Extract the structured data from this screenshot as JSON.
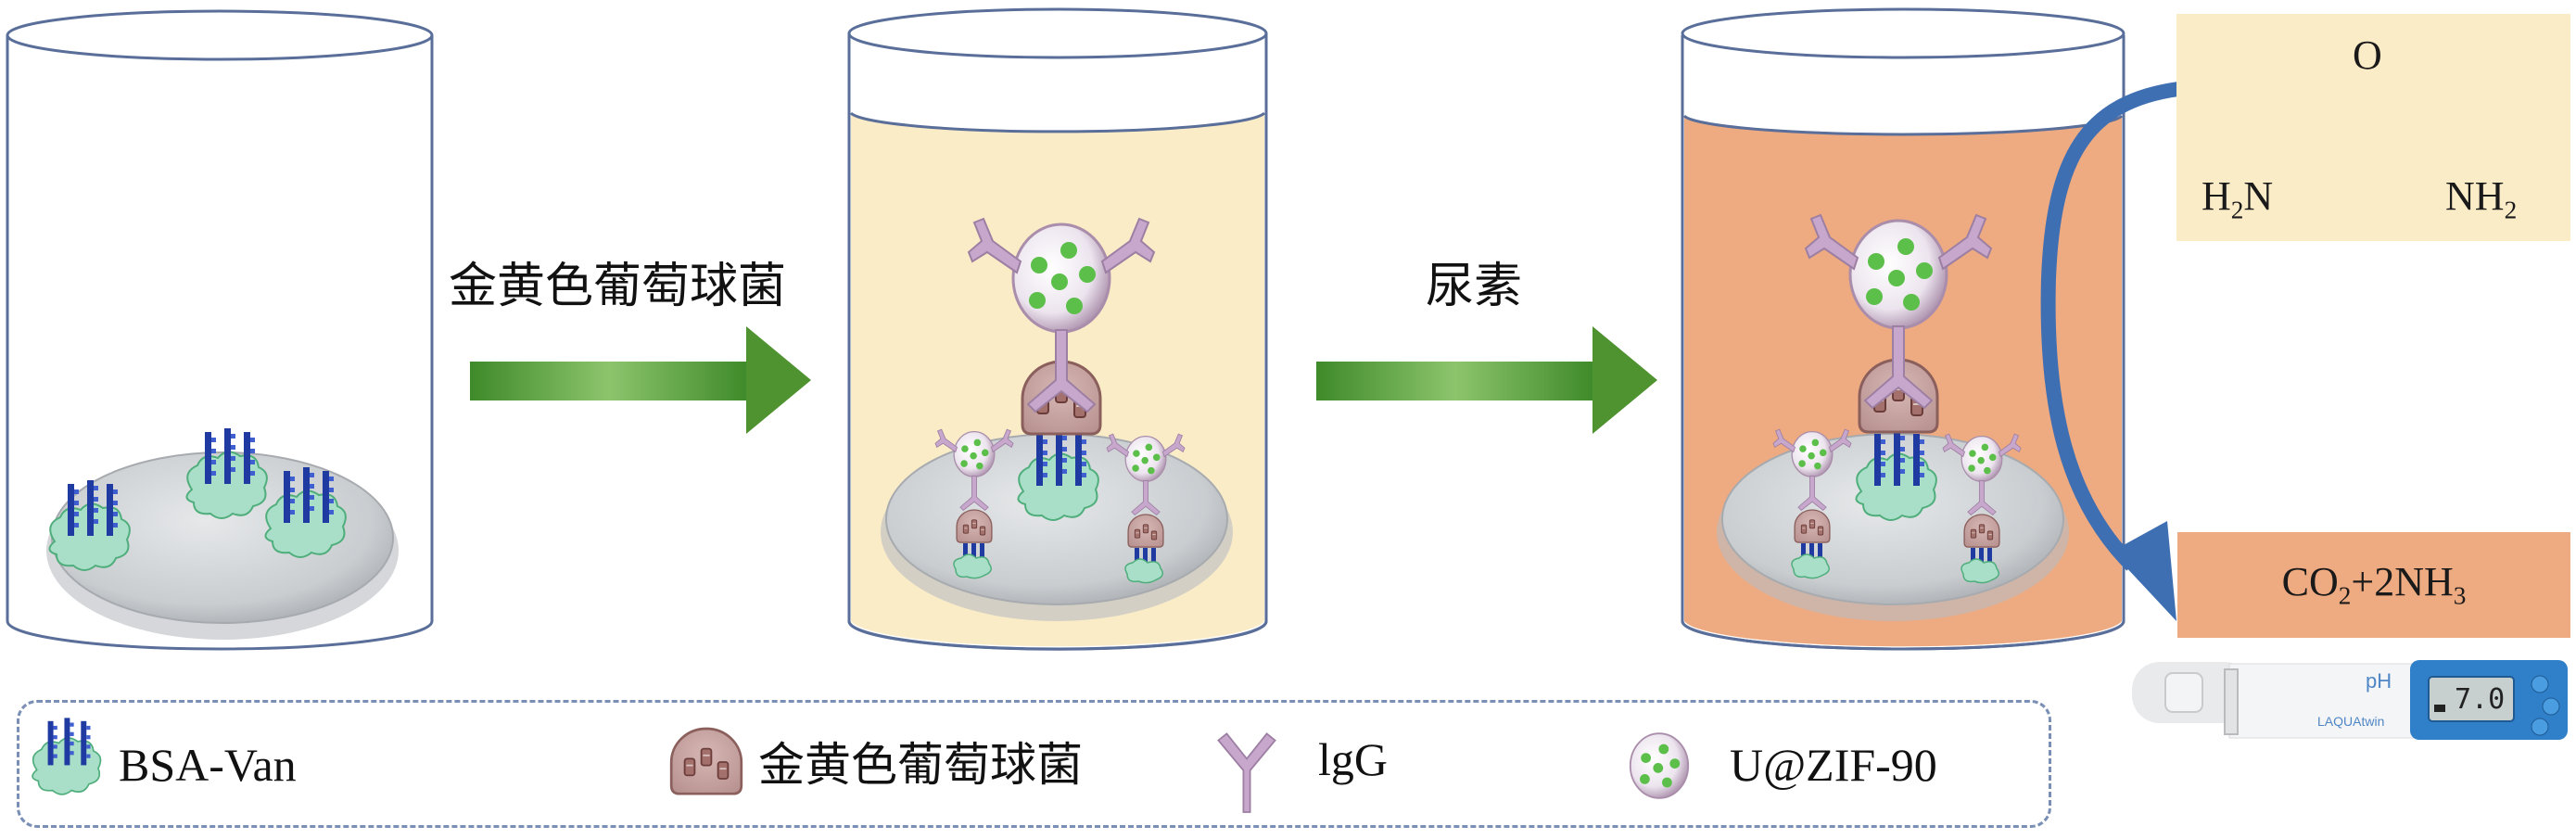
{
  "steps": [
    {
      "arrow_label": "金黄色葡萄球菌"
    },
    {
      "arrow_label": "尿素"
    }
  ],
  "beakers": [
    {
      "name": "beaker-initial",
      "liquid_color": "#ffffff"
    },
    {
      "name": "beaker-bacteria",
      "liquid_color": "#fbecc8"
    },
    {
      "name": "beaker-urea",
      "liquid_color": "#eeaa80"
    }
  ],
  "urea_structure": {
    "top_atom": "O",
    "left_group": {
      "main": "H",
      "sub": "2",
      "tail": "N"
    },
    "right_group": {
      "main": "NH",
      "sub": "2"
    }
  },
  "product": {
    "part1": "CO",
    "sub1": "2",
    "part2": "+2NH",
    "sub2": "3"
  },
  "ph_meter": {
    "brand": "LAQUAtwin",
    "parameter": "pH",
    "reading": "7.0"
  },
  "legend": {
    "items": [
      {
        "icon": "bsa-van-icon",
        "label": "BSA-Van"
      },
      {
        "icon": "staph-aureus-icon",
        "label": "金黄色葡萄球菌"
      },
      {
        "icon": "igg-antibody-icon",
        "label": "lgG"
      },
      {
        "icon": "u-zif90-icon",
        "label": "U@ZIF-90"
      }
    ]
  },
  "colors": {
    "arrow_green": "#5a9e3a",
    "reaction_arrow_blue": "#3f6fb3",
    "beaker_outline": "#5a6e9a",
    "bacteria_fill": "#c9a7a5",
    "antibody": "#c7a7cc",
    "zif_dots": "#5cbf4a",
    "bsa_cloud": "#a9dfc8",
    "van_blue": "#1f3aa0"
  }
}
